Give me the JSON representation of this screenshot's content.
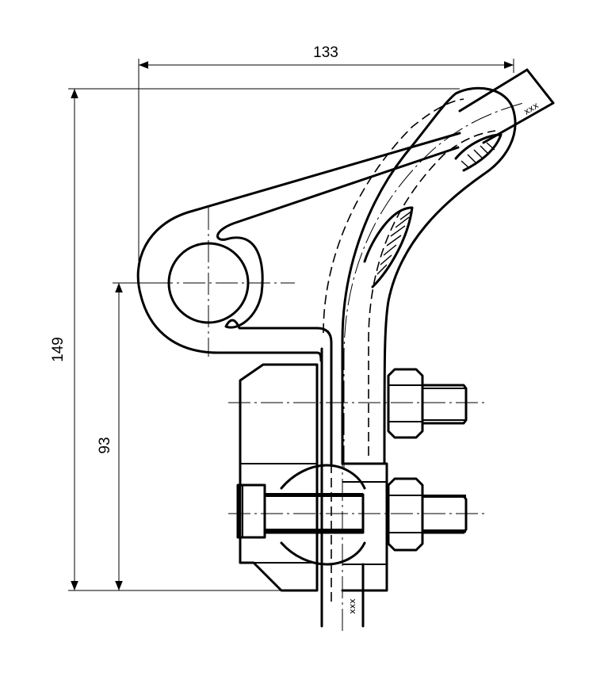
{
  "dimensions": {
    "width_label": "133",
    "total_height_label": "149",
    "center_height_label": "93"
  },
  "markings": {
    "top_conductor": "xxx",
    "bottom_conductor": "xxx"
  }
}
